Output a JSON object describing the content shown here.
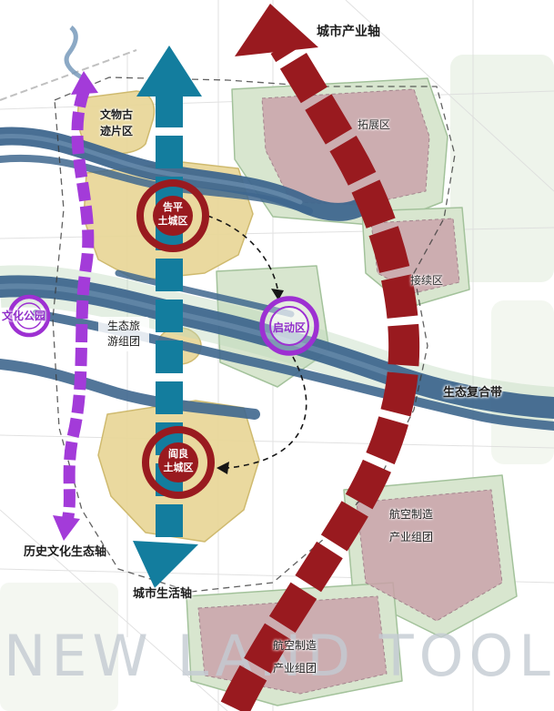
{
  "watermark": "NEW LAND TOOL",
  "axes": {
    "industry": "城市产业轴",
    "life": "城市生活轴",
    "heritage": "历史文化生态轴"
  },
  "zones": {
    "relics": {
      "line1": "文物古",
      "line2": "迹片区"
    },
    "expansion": "拓展区",
    "continuation": "接续区",
    "startup": "启动区",
    "eco_belt": "生态复合带",
    "culture_park": "文化公园",
    "eco_tourism": {
      "line1": "生态旅",
      "line2": "游组团"
    },
    "aviation_right": {
      "line1": "航空制造",
      "line2": "产业组团"
    },
    "aviation_bottom": {
      "line1": "航空制造",
      "line2": "产业组团"
    }
  },
  "nodes": {
    "north_town": {
      "line1": "告平",
      "line2": "土城区"
    },
    "south_town": {
      "line1": "阎良",
      "line2": "土城区"
    }
  },
  "colors": {
    "industry_axis": "#991a1f",
    "life_axis": "#137d9e",
    "heritage_axis": "#a33bd9",
    "river": "#3f678e",
    "green_zone": "#d8e6cf",
    "yellow_zone": "#e9d89a",
    "pink_zone": "#c99fa8",
    "watermark_gray": "#c4cbd3"
  }
}
